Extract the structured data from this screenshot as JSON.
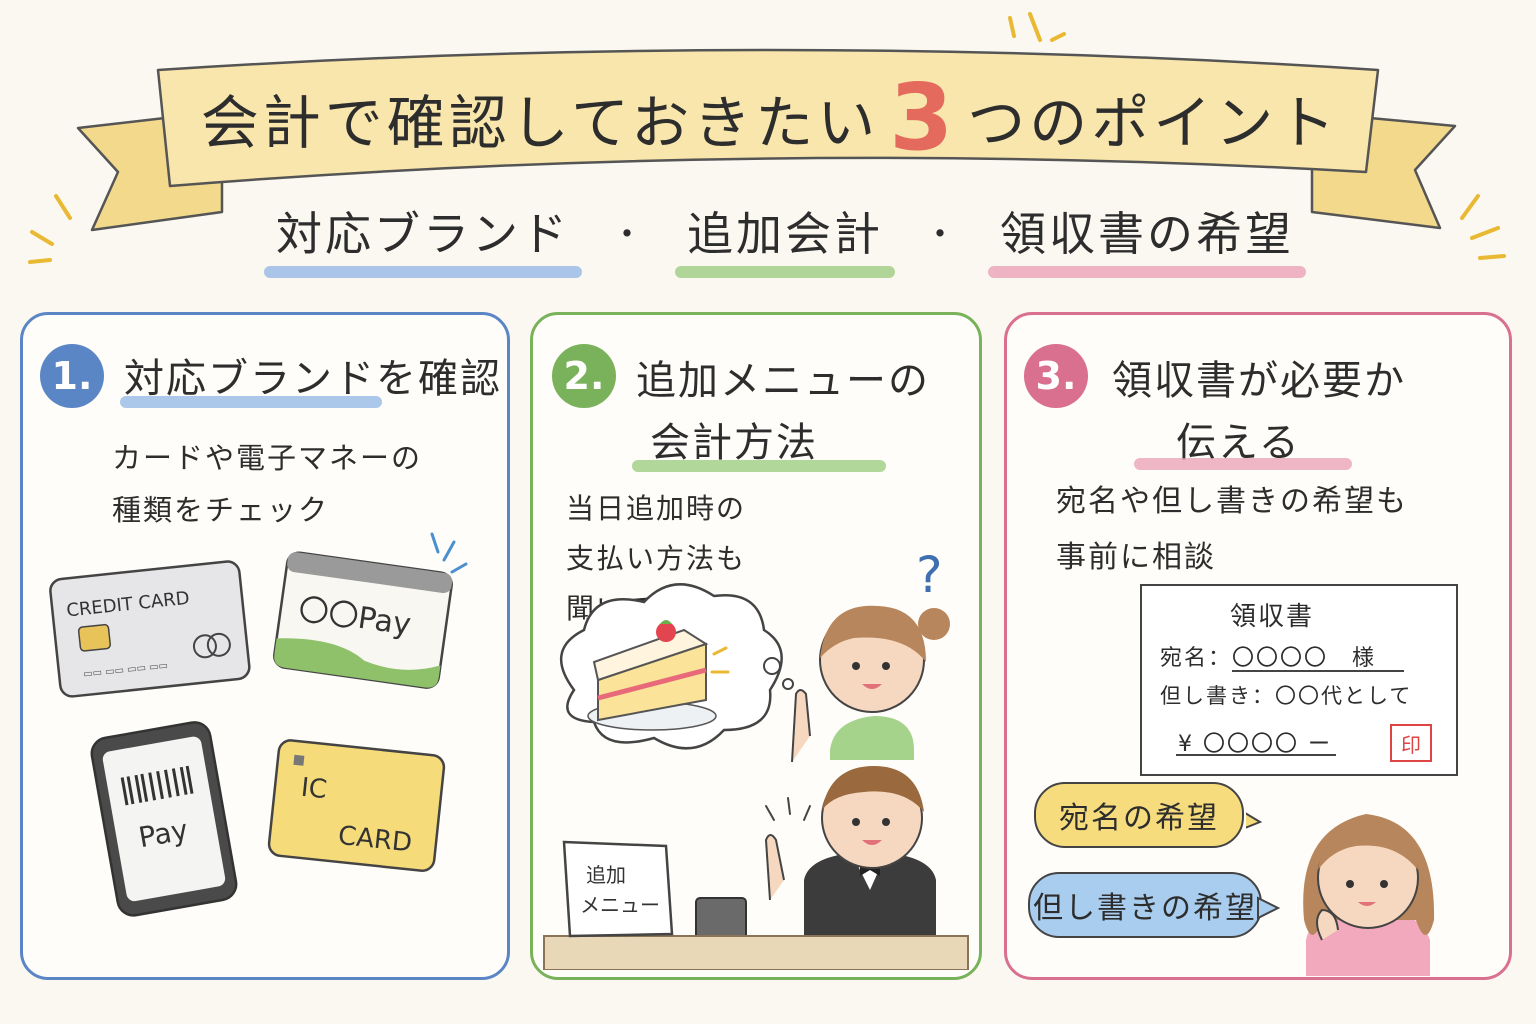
{
  "header": {
    "title_before": "会計で確認しておきたい",
    "title_number": "3",
    "title_after": "つのポイント",
    "subtitle_1": "対応ブランド",
    "subtitle_sep_1": "・",
    "subtitle_2": "追加会計",
    "subtitle_sep_2": "・",
    "subtitle_3": "領収書の希望"
  },
  "panels": [
    {
      "number": "1.",
      "title": "対応ブランドを確認",
      "body": [
        "カードや電子マネーの",
        "種類をチェック"
      ],
      "cards": {
        "credit": "CREDIT CARD",
        "pay_card": "〇〇Pay",
        "phone": "Pay",
        "ic_1": "IC",
        "ic_2": "CARD"
      },
      "accent": "#5b86c6"
    },
    {
      "number": "2.",
      "title_1": "追加メニューの",
      "title_2": "会計方法",
      "body": [
        "当日追加時の",
        "支払い方法も",
        "聞いておく"
      ],
      "question_mark": "?",
      "sign": [
        "追加",
        "メニュー"
      ],
      "accent": "#79b25a"
    },
    {
      "number": "3.",
      "title_1": "領収書が必要か",
      "title_2": "伝える",
      "body": [
        "宛名や但し書きの希望も",
        "事前に相談"
      ],
      "receipt": {
        "heading": "領収書",
        "addressee": "宛名：〇〇〇〇　様",
        "memo": "但し書き：〇〇代として",
        "amount": "¥ 〇〇〇〇 ー",
        "stamp": "印"
      },
      "bubble_1": "宛名の希望",
      "bubble_2": "但し書きの希望",
      "accent": "#d9708f"
    }
  ],
  "colors": {
    "banner": "#f7e4a6",
    "number_red": "#e46a5e",
    "blue": "#5b86c6",
    "green": "#79b25a",
    "pink": "#d9708f"
  }
}
